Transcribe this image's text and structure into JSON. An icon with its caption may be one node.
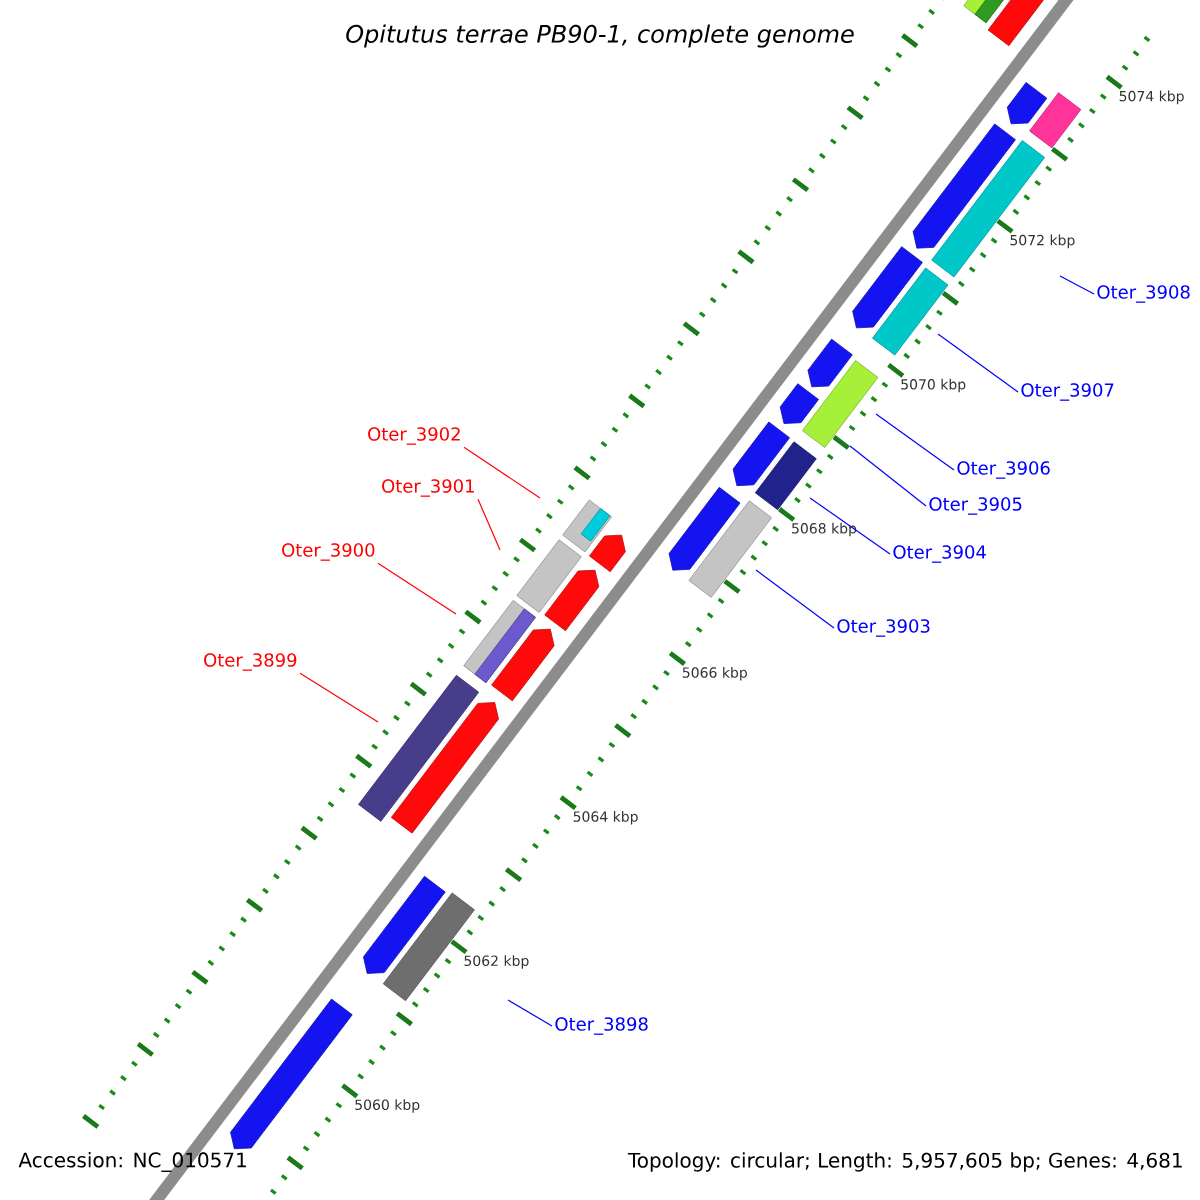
{
  "diagram": {
    "title": "Opitutus terrae PB90-1, complete genome",
    "nodes": [
      {
        "text": [
          "Oter_3908"
        ]
      },
      {
        "text": [
          "Oter_3907"
        ]
      },
      {
        "text": [
          "Oter_3902"
        ]
      },
      {
        "text": [
          "Oter_3906"
        ]
      },
      {
        "text": [
          "Oter_3901"
        ]
      },
      {
        "text": [
          "Oter_3905"
        ]
      },
      {
        "text": [
          "Oter_3900"
        ]
      },
      {
        "text": [
          "Oter_3904"
        ]
      },
      {
        "text": [
          "Oter_3903"
        ]
      },
      {
        "text": [
          "Oter_3899"
        ]
      },
      {
        "text": [
          "Oter_3898"
        ]
      }
    ],
    "edges": [
      {
        "from": 0,
        "to": null,
        "arrow": "none"
      },
      {
        "from": 1,
        "to": null,
        "arrow": "none"
      },
      {
        "from": 2,
        "to": null,
        "arrow": "none",
        "color": "#ff0000"
      },
      {
        "from": 3,
        "to": null,
        "arrow": "none"
      },
      {
        "from": 4,
        "to": null,
        "arrow": "none",
        "color": "#ff0000"
      },
      {
        "from": 5,
        "to": null,
        "arrow": "none"
      },
      {
        "from": 6,
        "to": null,
        "arrow": "none",
        "color": "#ff0000"
      },
      {
        "from": 7,
        "to": null,
        "arrow": "none"
      },
      {
        "from": 8,
        "to": null,
        "arrow": "none"
      },
      {
        "from": 9,
        "to": null,
        "arrow": "none",
        "color": "#ff0000"
      },
      {
        "from": 10,
        "to": null,
        "arrow": "none"
      }
    ],
    "labels": [
      "5074 kbp",
      "5072 kbp",
      "5070 kbp",
      "5068 kbp",
      "5066 kbp",
      "5064 kbp",
      "5062 kbp",
      "5060 kbp",
      "Accession: NC_010571",
      "Topology: circular; Length: 5,957,605 bp; Genes: 4,681"
    ]
  }
}
